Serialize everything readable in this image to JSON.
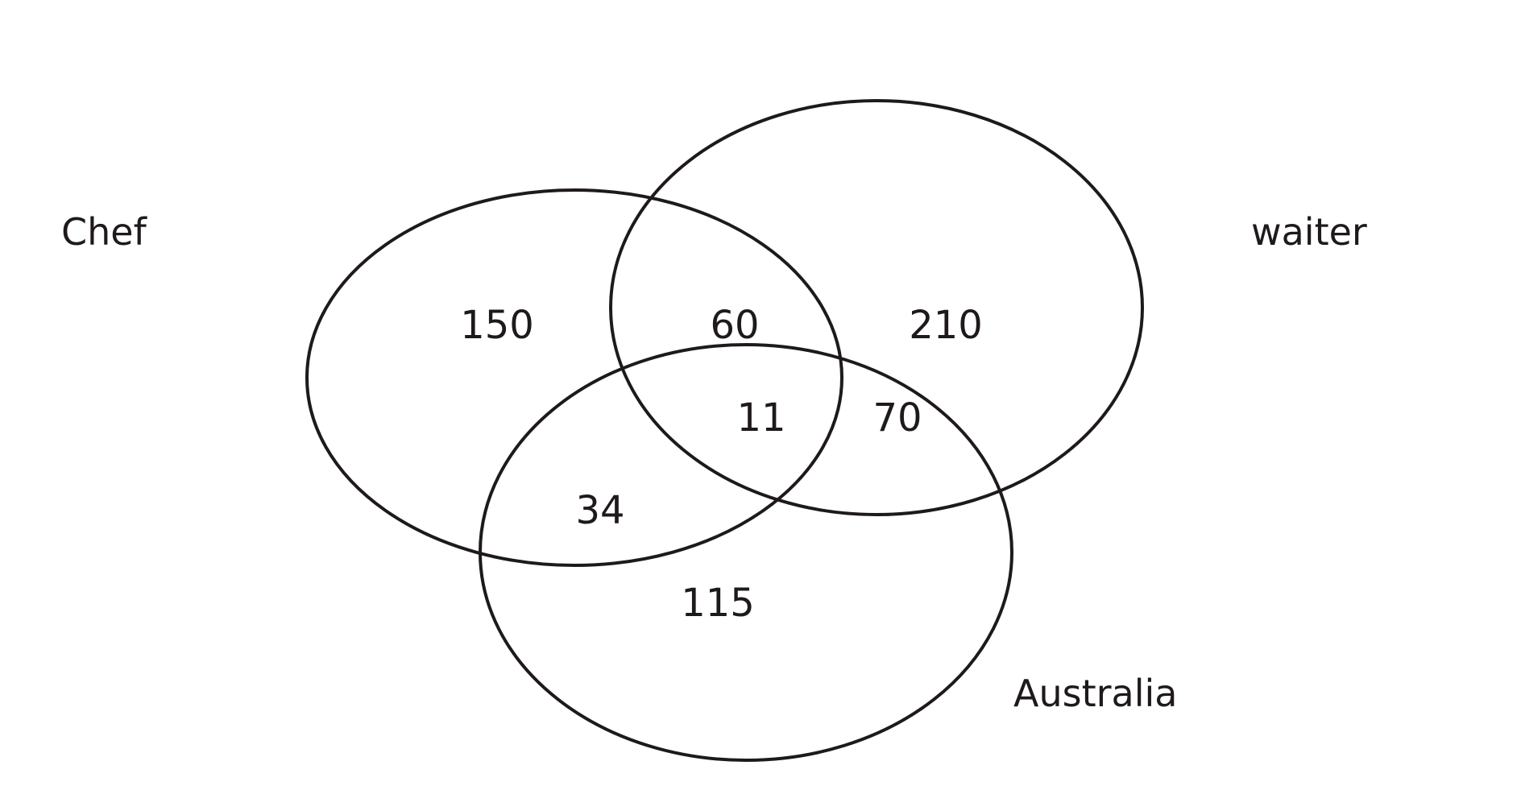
{
  "sets": {
    "chef": "Chef",
    "waiter": "waiter",
    "australia": "Australia"
  },
  "regions": {
    "chef_only": "150",
    "chef_waiter": "60",
    "waiter_only": "210",
    "all_three": "11",
    "waiter_australia": "70",
    "chef_australia": "34",
    "australia_only": "115"
  },
  "colors": {
    "stroke": "#1f1a1a",
    "background": "#ffffff"
  }
}
